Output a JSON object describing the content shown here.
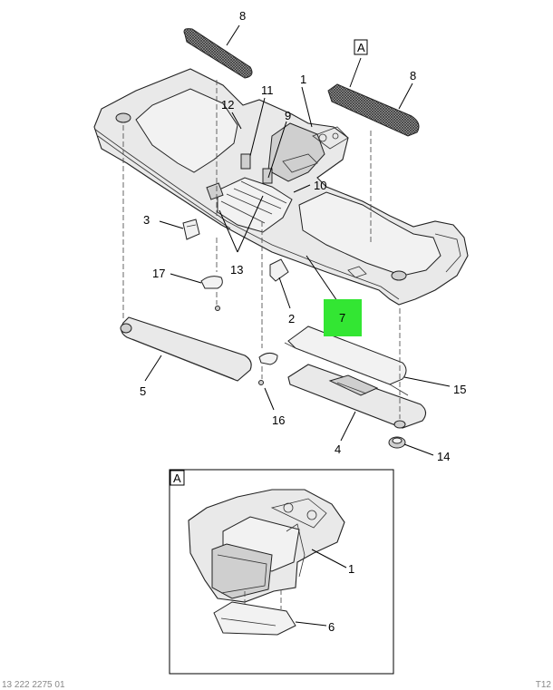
{
  "callouts": {
    "c1_main": "1",
    "c1_inset": "1",
    "c2": "2",
    "c3": "3",
    "c4": "4",
    "c5": "5",
    "c6": "6",
    "c7": "7",
    "c8_left": "8",
    "c8_right": "8",
    "c9": "9",
    "c10": "10",
    "c11": "11",
    "c12": "12",
    "c13": "13",
    "c14": "14",
    "c15": "15",
    "c16": "16",
    "c17": "17"
  },
  "view_label_top": "A",
  "view_label_inset": "A",
  "highlight_color": "#33e633",
  "footer": {
    "left": "13 222 2275 01",
    "right": "T12"
  }
}
